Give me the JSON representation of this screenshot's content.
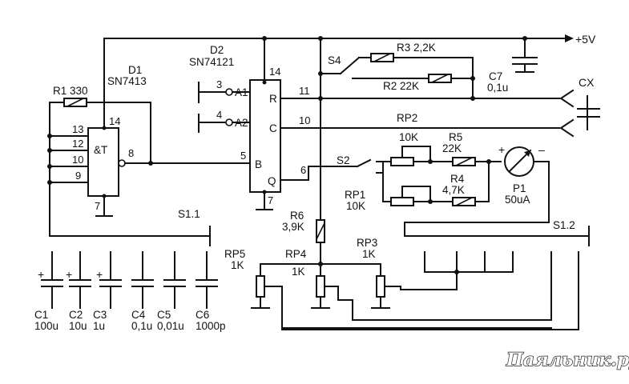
{
  "supply": {
    "label": "+5V"
  },
  "d1": {
    "ref": "D1",
    "part": "SN7413",
    "func": "&T",
    "pins": {
      "a": "13",
      "b": "12",
      "c": "10",
      "d": "9",
      "vcc": "14",
      "gnd": "7",
      "out": "8"
    }
  },
  "d2": {
    "ref": "D2",
    "part": "SN74121",
    "pins": {
      "a1": "3",
      "a2": "4",
      "b": "5",
      "vcc": "14",
      "gnd": "7",
      "r": "11",
      "c": "10",
      "q": "6"
    },
    "inputs": {
      "a1": "A1",
      "a2": "A2",
      "b": "B",
      "r": "R",
      "c": "C",
      "q": "Q"
    }
  },
  "r1": {
    "ref": "R1",
    "value": "330"
  },
  "r2": {
    "ref": "R2",
    "value": "22K"
  },
  "r3": {
    "ref": "R3",
    "value": "2,2K"
  },
  "r4": {
    "ref": "R4",
    "value": "4,7K"
  },
  "r5": {
    "ref": "R5",
    "value": "22K"
  },
  "r6": {
    "ref": "R6",
    "value": "3,9K"
  },
  "c7": {
    "ref": "C7",
    "value": "0,1u"
  },
  "cx": {
    "ref": "CX"
  },
  "rp1": {
    "ref": "RP1",
    "value": "10K"
  },
  "rp2": {
    "ref": "RP2",
    "value": "10K"
  },
  "rp3": {
    "ref": "RP3",
    "value": "1K"
  },
  "rp4": {
    "ref": "RP4",
    "value": "1K"
  },
  "rp5": {
    "ref": "RP5",
    "value": "1K"
  },
  "p1": {
    "ref": "P1",
    "value": "50uA",
    "plus": "+",
    "minus": "–"
  },
  "s1_1": {
    "ref": "S1.1"
  },
  "s1_2": {
    "ref": "S1.2"
  },
  "s2": {
    "ref": "S2"
  },
  "s4": {
    "ref": "S4"
  },
  "caps": [
    {
      "ref": "C1",
      "value": "100u",
      "polar": "+"
    },
    {
      "ref": "C2",
      "value": "10u",
      "polar": "+"
    },
    {
      "ref": "C3",
      "value": "1u",
      "polar": "+"
    },
    {
      "ref": "C4",
      "value": "0,1u",
      "polar": ""
    },
    {
      "ref": "C5",
      "value": "0,01u",
      "polar": ""
    },
    {
      "ref": "C6",
      "value": "1000p",
      "polar": ""
    }
  ],
  "watermark": "Паяльник.ру"
}
